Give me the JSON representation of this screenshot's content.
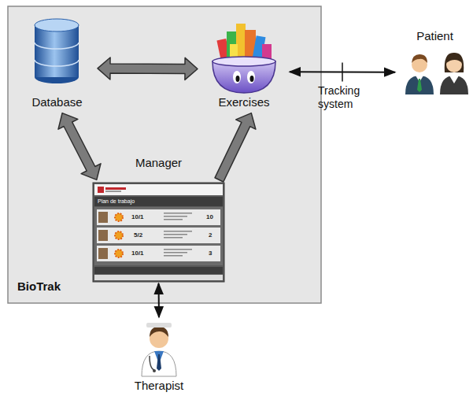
{
  "diagram": {
    "nodes": [
      {
        "text": [
          "BioTrak"
        ]
      },
      {
        "text": [
          "Database"
        ],
        "in": 0
      },
      {
        "text": [
          "Exercises"
        ],
        "in": 0
      },
      {
        "text": [
          "Patient"
        ]
      },
      {
        "text": [
          "Manager"
        ],
        "in": 0
      },
      {
        "text": [
          "Therapist"
        ]
      }
    ],
    "edges": [
      {
        "from": 1,
        "to": 2,
        "arrow": "both"
      },
      {
        "from": 4,
        "to": 1,
        "arrow": "both"
      },
      {
        "from": 4,
        "to": 2,
        "arrow": "to"
      },
      {
        "from": 2,
        "to": 3,
        "label": "Tracking system",
        "arrow": "both"
      },
      {
        "from": 4,
        "to": 5,
        "arrow": "both"
      }
    ],
    "labels": [
      "Plan de trabajo",
      "10/1",
      "5/2",
      "10/1",
      "10",
      "2",
      "3"
    ]
  }
}
